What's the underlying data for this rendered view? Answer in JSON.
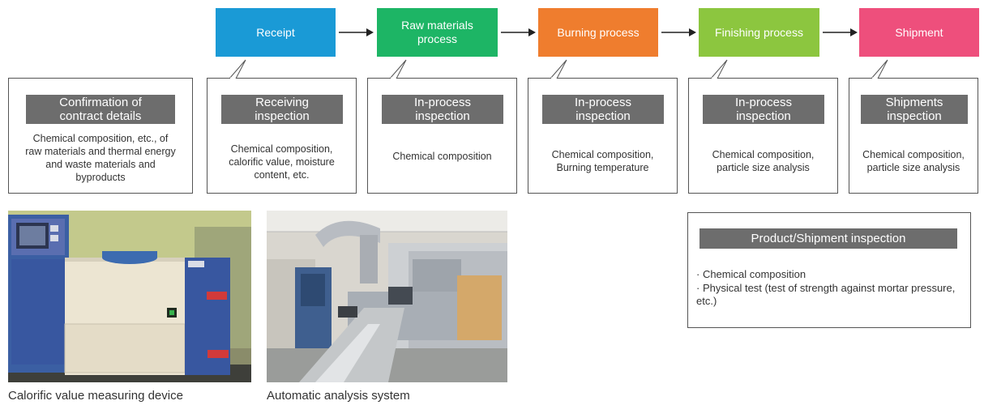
{
  "processes": [
    {
      "label": "Receipt",
      "color": "#1a9ad6"
    },
    {
      "label": "Raw materials process",
      "color": "#1db565"
    },
    {
      "label": "Burning process",
      "color": "#ef7d2e"
    },
    {
      "label": "Finishing process",
      "color": "#8cc63f"
    },
    {
      "label": "Shipment",
      "color": "#ee4f7c"
    }
  ],
  "inspections": [
    {
      "title": "Confirmation of contract details",
      "text": "Chemical composition, etc., of raw materials and thermal energy and waste materials and byproducts"
    },
    {
      "title": "Receiving inspection",
      "text": "Chemical composition, calorific value, moisture content, etc."
    },
    {
      "title": "In-process inspection",
      "text": "Chemical composition"
    },
    {
      "title": "In-process inspection",
      "text": "Chemical composition, Burning temperature"
    },
    {
      "title": "In-process inspection",
      "text": "Chemical composition, particle size analysis"
    },
    {
      "title": "Shipments inspection",
      "text": "Chemical composition, particle size analysis"
    }
  ],
  "photos": [
    {
      "caption": "Calorific value measuring device"
    },
    {
      "caption": "Automatic analysis system"
    }
  ],
  "product_inspection": {
    "title": "Product/Shipment inspection",
    "items": [
      "· Chemical composition",
      "· Physical test (test of strength against mortar pressure, etc.)"
    ]
  },
  "colors": {
    "header_gray": "#6d6d6d",
    "border": "#555555"
  }
}
